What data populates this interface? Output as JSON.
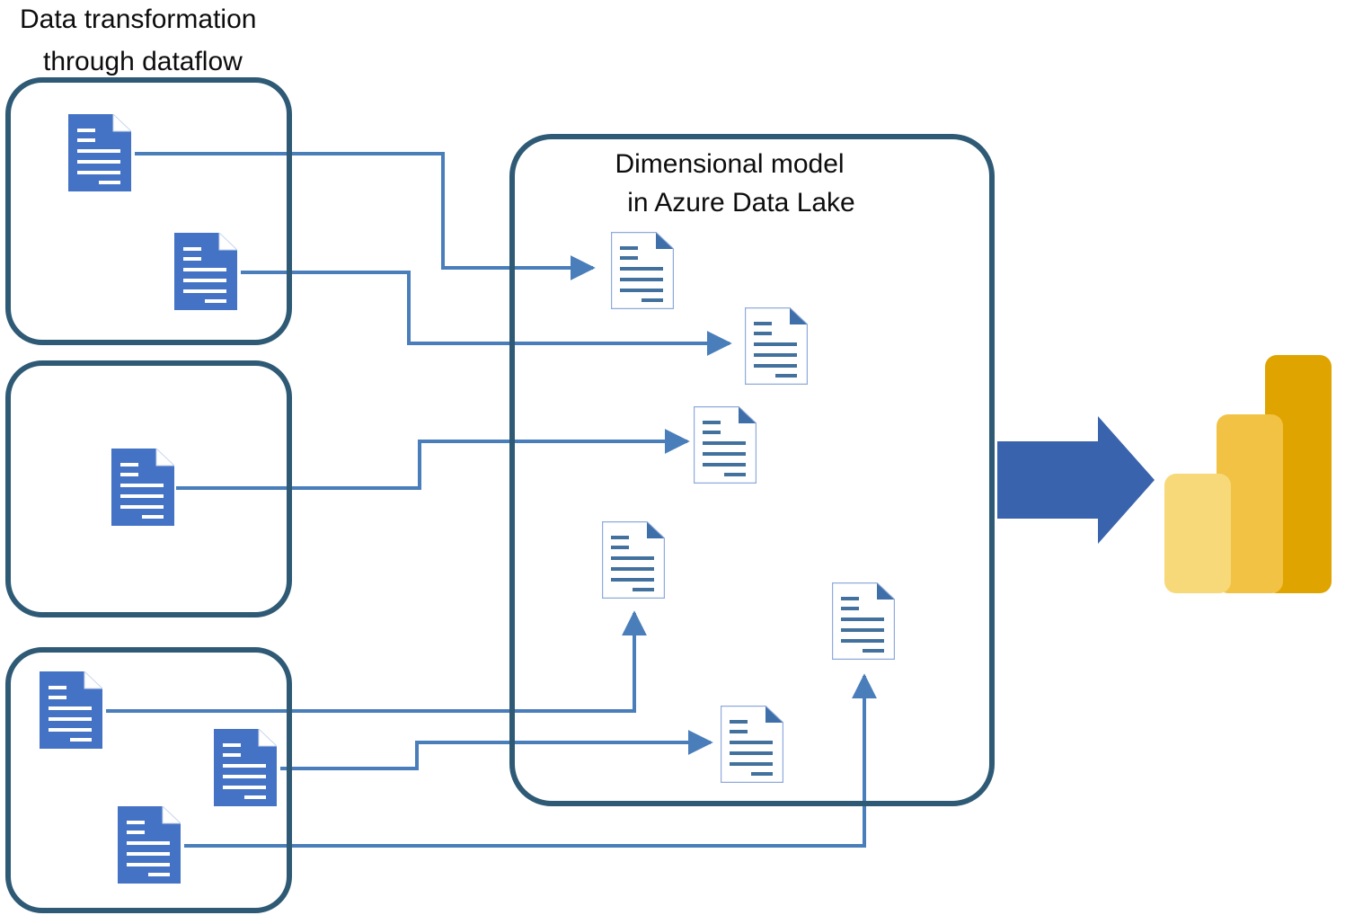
{
  "diagram": {
    "type": "data-pipeline-architecture",
    "background_color": "#ffffff",
    "labels": {
      "left_group_title_line1": "Data transformation",
      "left_group_title_line2": "through dataflow",
      "lake_title_line1": "Dimensional model",
      "lake_title_line2": "in Azure Data Lake"
    },
    "colors": {
      "container_border": "#2e5a75",
      "connector_blue": "#4a7ebb",
      "doc_fill_blue": "#4472c4",
      "doc_outline_border": "#8faadc",
      "doc_line_blue": "#41719c",
      "doc_fold_blue": "#3f6fa8",
      "arrow_block_blue": "#3a63ad",
      "powerbi_light": "#f2c94c",
      "powerbi_mid": "#f2b705",
      "powerbi_dark": "#e0a400"
    },
    "source_groups": [
      {
        "name": "source-group-top",
        "documents": 2
      },
      {
        "name": "source-group-middle",
        "documents": 1
      },
      {
        "name": "source-group-bottom",
        "documents": 3
      }
    ],
    "lake": {
      "name": "azure-data-lake-container",
      "documents": 6
    },
    "output": {
      "name": "power-bi-logo",
      "bars": 3
    },
    "connector_count": 6
  }
}
